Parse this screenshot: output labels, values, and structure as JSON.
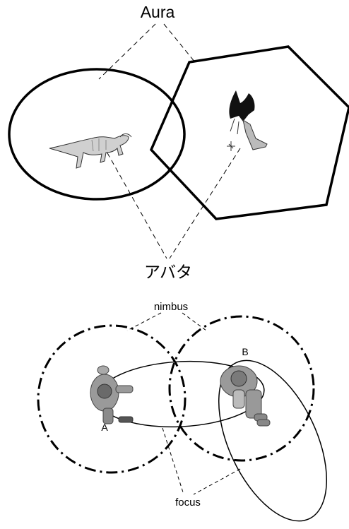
{
  "top_diagram": {
    "title_label": "Aura",
    "avatar_label": "アバタ",
    "left_icon": "dinosaur-icon",
    "right_icon": "winged-creature-icon"
  },
  "bottom_diagram": {
    "nimbus_label": "nimbus",
    "focus_label": "focus",
    "person_a_label": "A",
    "person_b_label": "B",
    "person_a_icon": "person-top-view-icon",
    "person_b_icon": "person-top-view-icon"
  }
}
